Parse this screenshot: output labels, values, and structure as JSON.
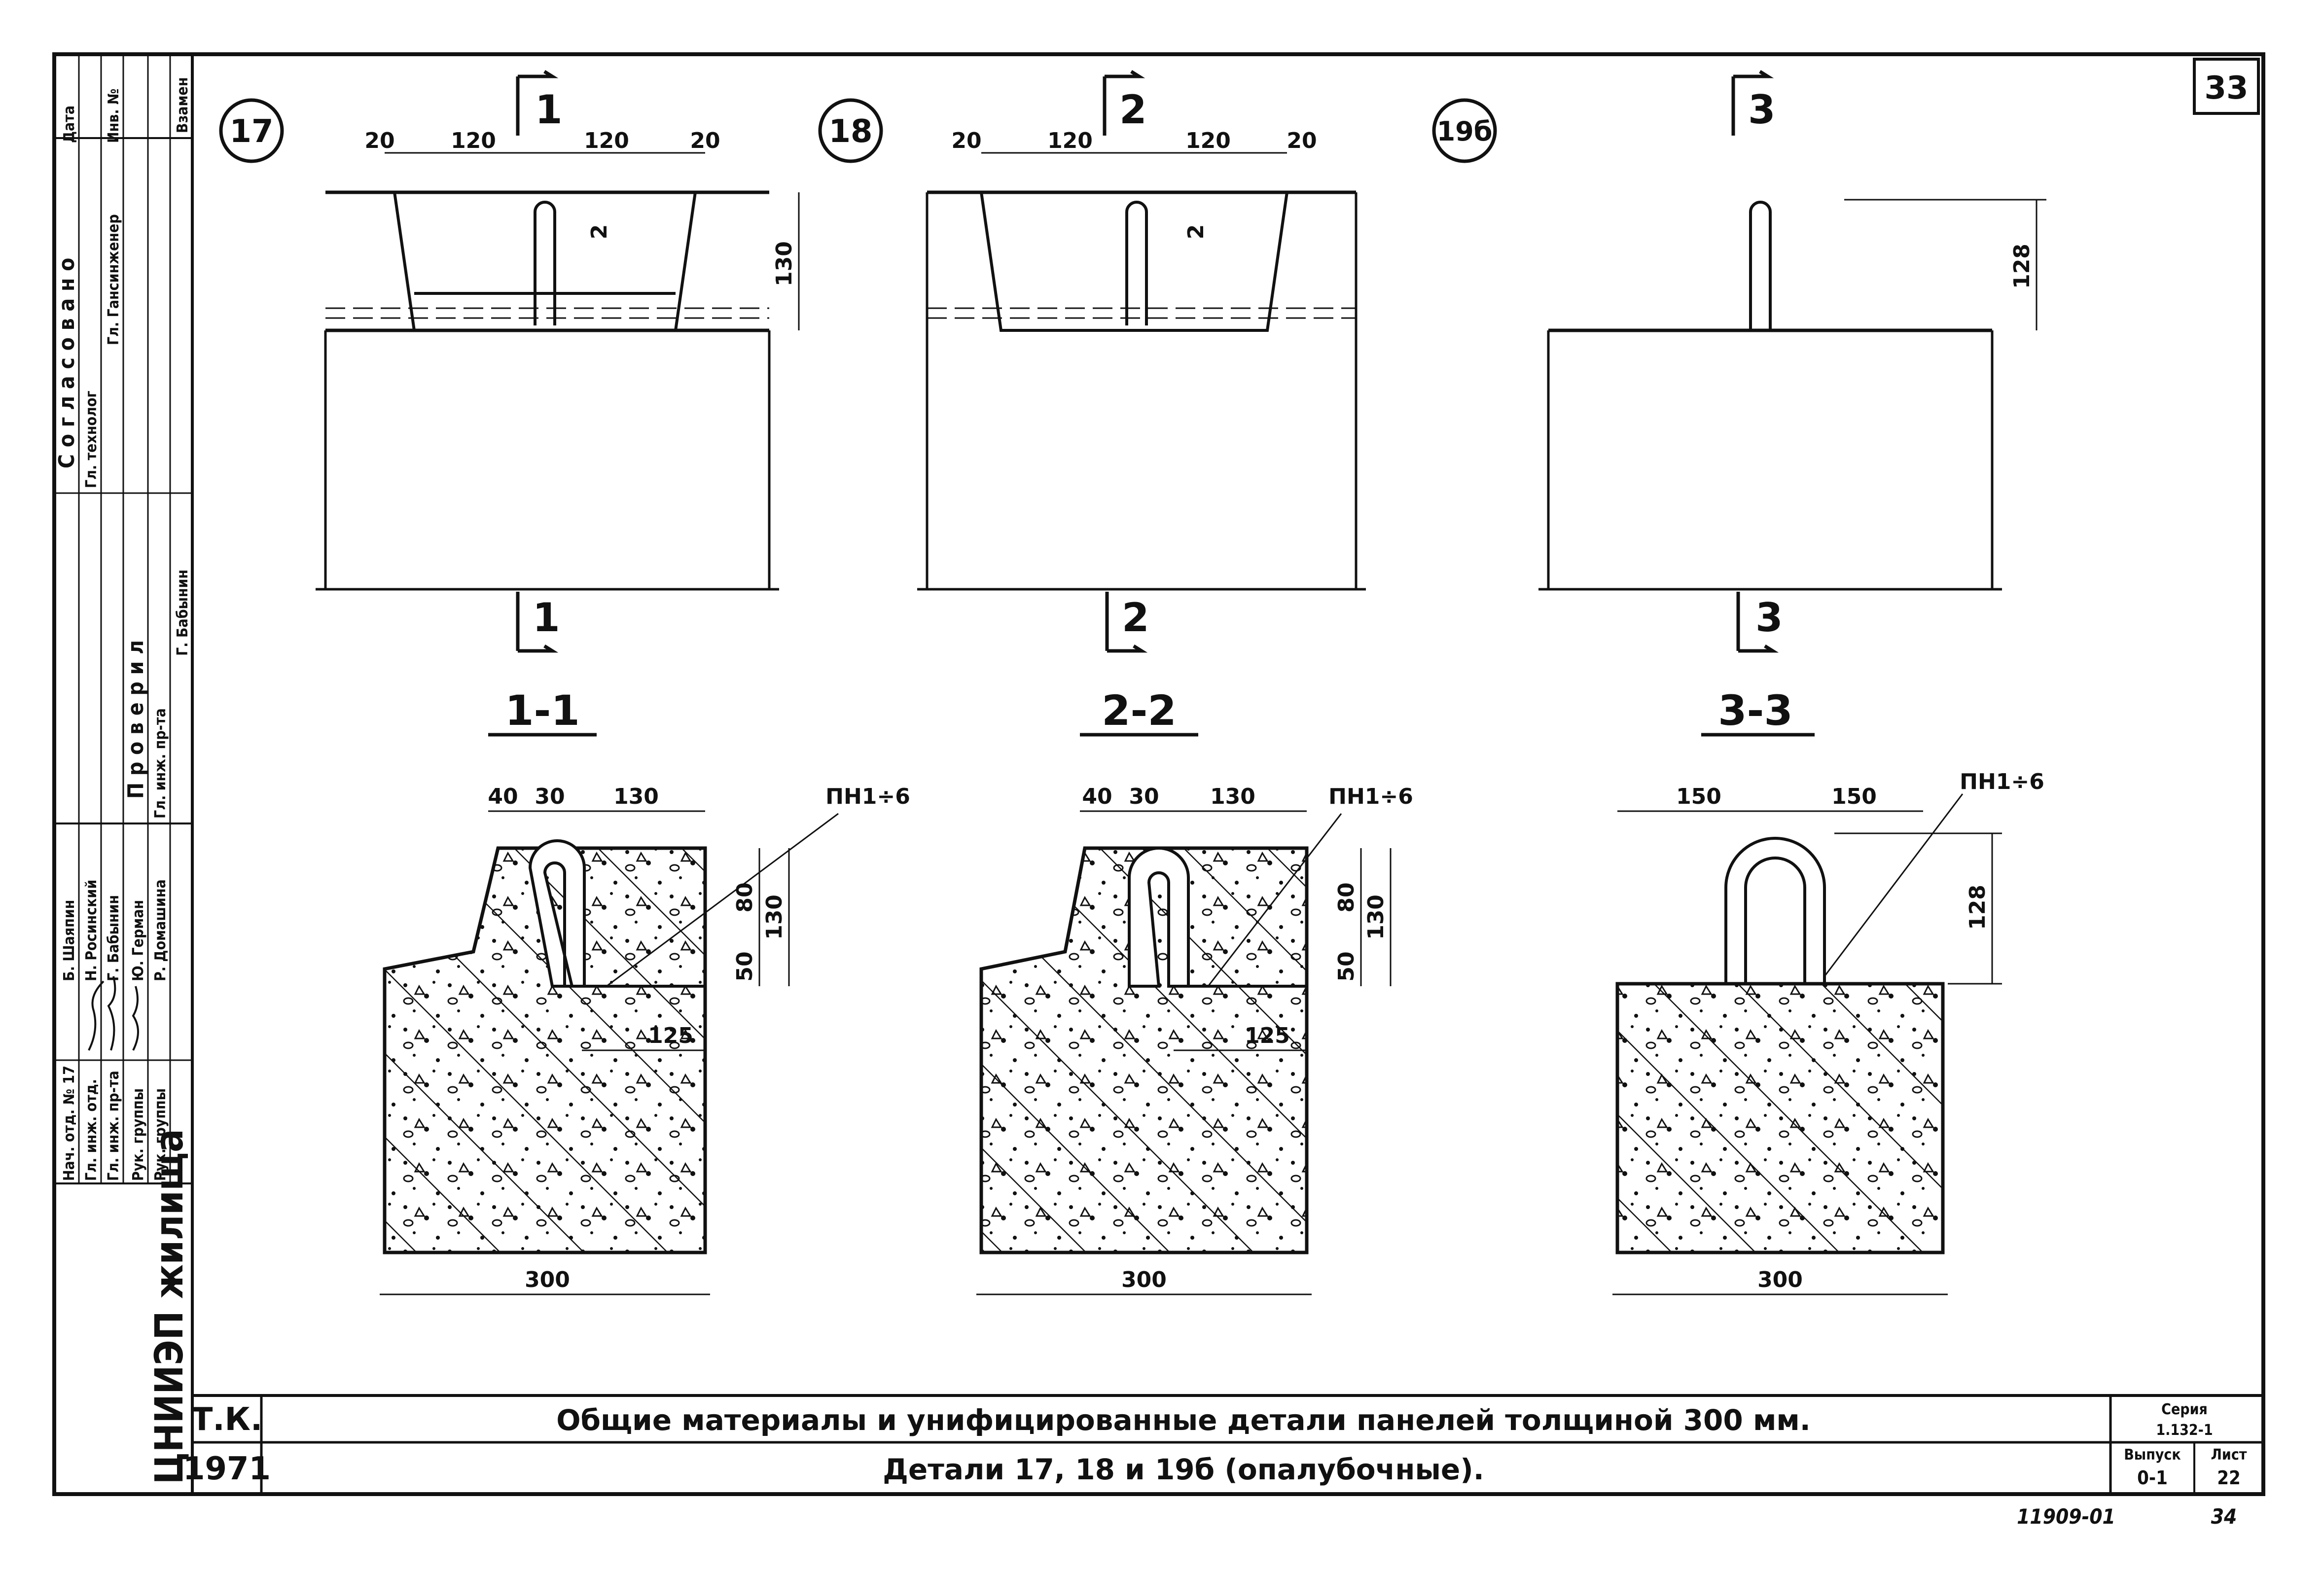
{
  "sheet_number": "33",
  "page_number_bottom": "34",
  "archive_number": "11909-01",
  "stamp": {
    "approval_header": "С о г л а с о в а н о",
    "check_header": "П р о в е р и л",
    "col_date": "Дата",
    "col_inv": "Инв. №",
    "col_replace": "Взамен",
    "approval_roles": [
      "Гл. технолог",
      "Гл. Гансинженер"
    ],
    "check_roles": [
      "Гл. инж. пр-та"
    ],
    "check_names": [
      "Г. Бабынин"
    ],
    "roles": [
      "Нач. отд. № 17",
      "Гл. инж. отд.",
      "Гл. инж. пр-та",
      "Рук. группы",
      "Рук. группы"
    ],
    "names": [
      "Б. Шаяпин",
      "Н. Росинский",
      "Г. Бабынин",
      "Ю. Герман",
      "Р. Домашина"
    ],
    "org": "ЦНИИЭП жилища"
  },
  "title_block": {
    "code": "Т.К.",
    "year": "1971",
    "title_line1": "Общие материалы и унифицированные детали панелей толщиной 300 мм.",
    "title_line2": "Детали 17, 18 и 19б (опалубочные).",
    "series_label": "Серия",
    "series_value": "1.132-1",
    "issue_label": "Выпуск",
    "issue_value": "0-1",
    "sheet_label": "Лист",
    "sheet_value": "22"
  },
  "details": [
    {
      "id": "17",
      "section_mark": "1",
      "section_title": "1-1",
      "top_dims": [
        "20",
        "120",
        "120",
        "20"
      ],
      "height_dim": "130",
      "small_dim": "2",
      "sec_dims_top": [
        "40",
        "30",
        "130"
      ],
      "sec_dims_right": [
        "80",
        "50",
        "130"
      ],
      "inner_dim": "125",
      "bottom_dim": "300",
      "loop_label": "ПН1÷6"
    },
    {
      "id": "18",
      "section_mark": "2",
      "section_title": "2-2",
      "top_dims": [
        "20",
        "120",
        "120",
        "20"
      ],
      "small_dim": "2",
      "sec_dims_top": [
        "40",
        "30",
        "130"
      ],
      "sec_dims_right": [
        "80",
        "50",
        "130"
      ],
      "inner_dim": "125",
      "bottom_dim": "300",
      "loop_label": "ПН1÷6"
    },
    {
      "id": "19б",
      "section_mark": "3",
      "section_title": "3-3",
      "height_dim": "128",
      "sec_dims_top": [
        "150",
        "150"
      ],
      "sec_dims_right": [
        "128"
      ],
      "bottom_dim": "300",
      "loop_label": "ПН1÷6"
    }
  ]
}
